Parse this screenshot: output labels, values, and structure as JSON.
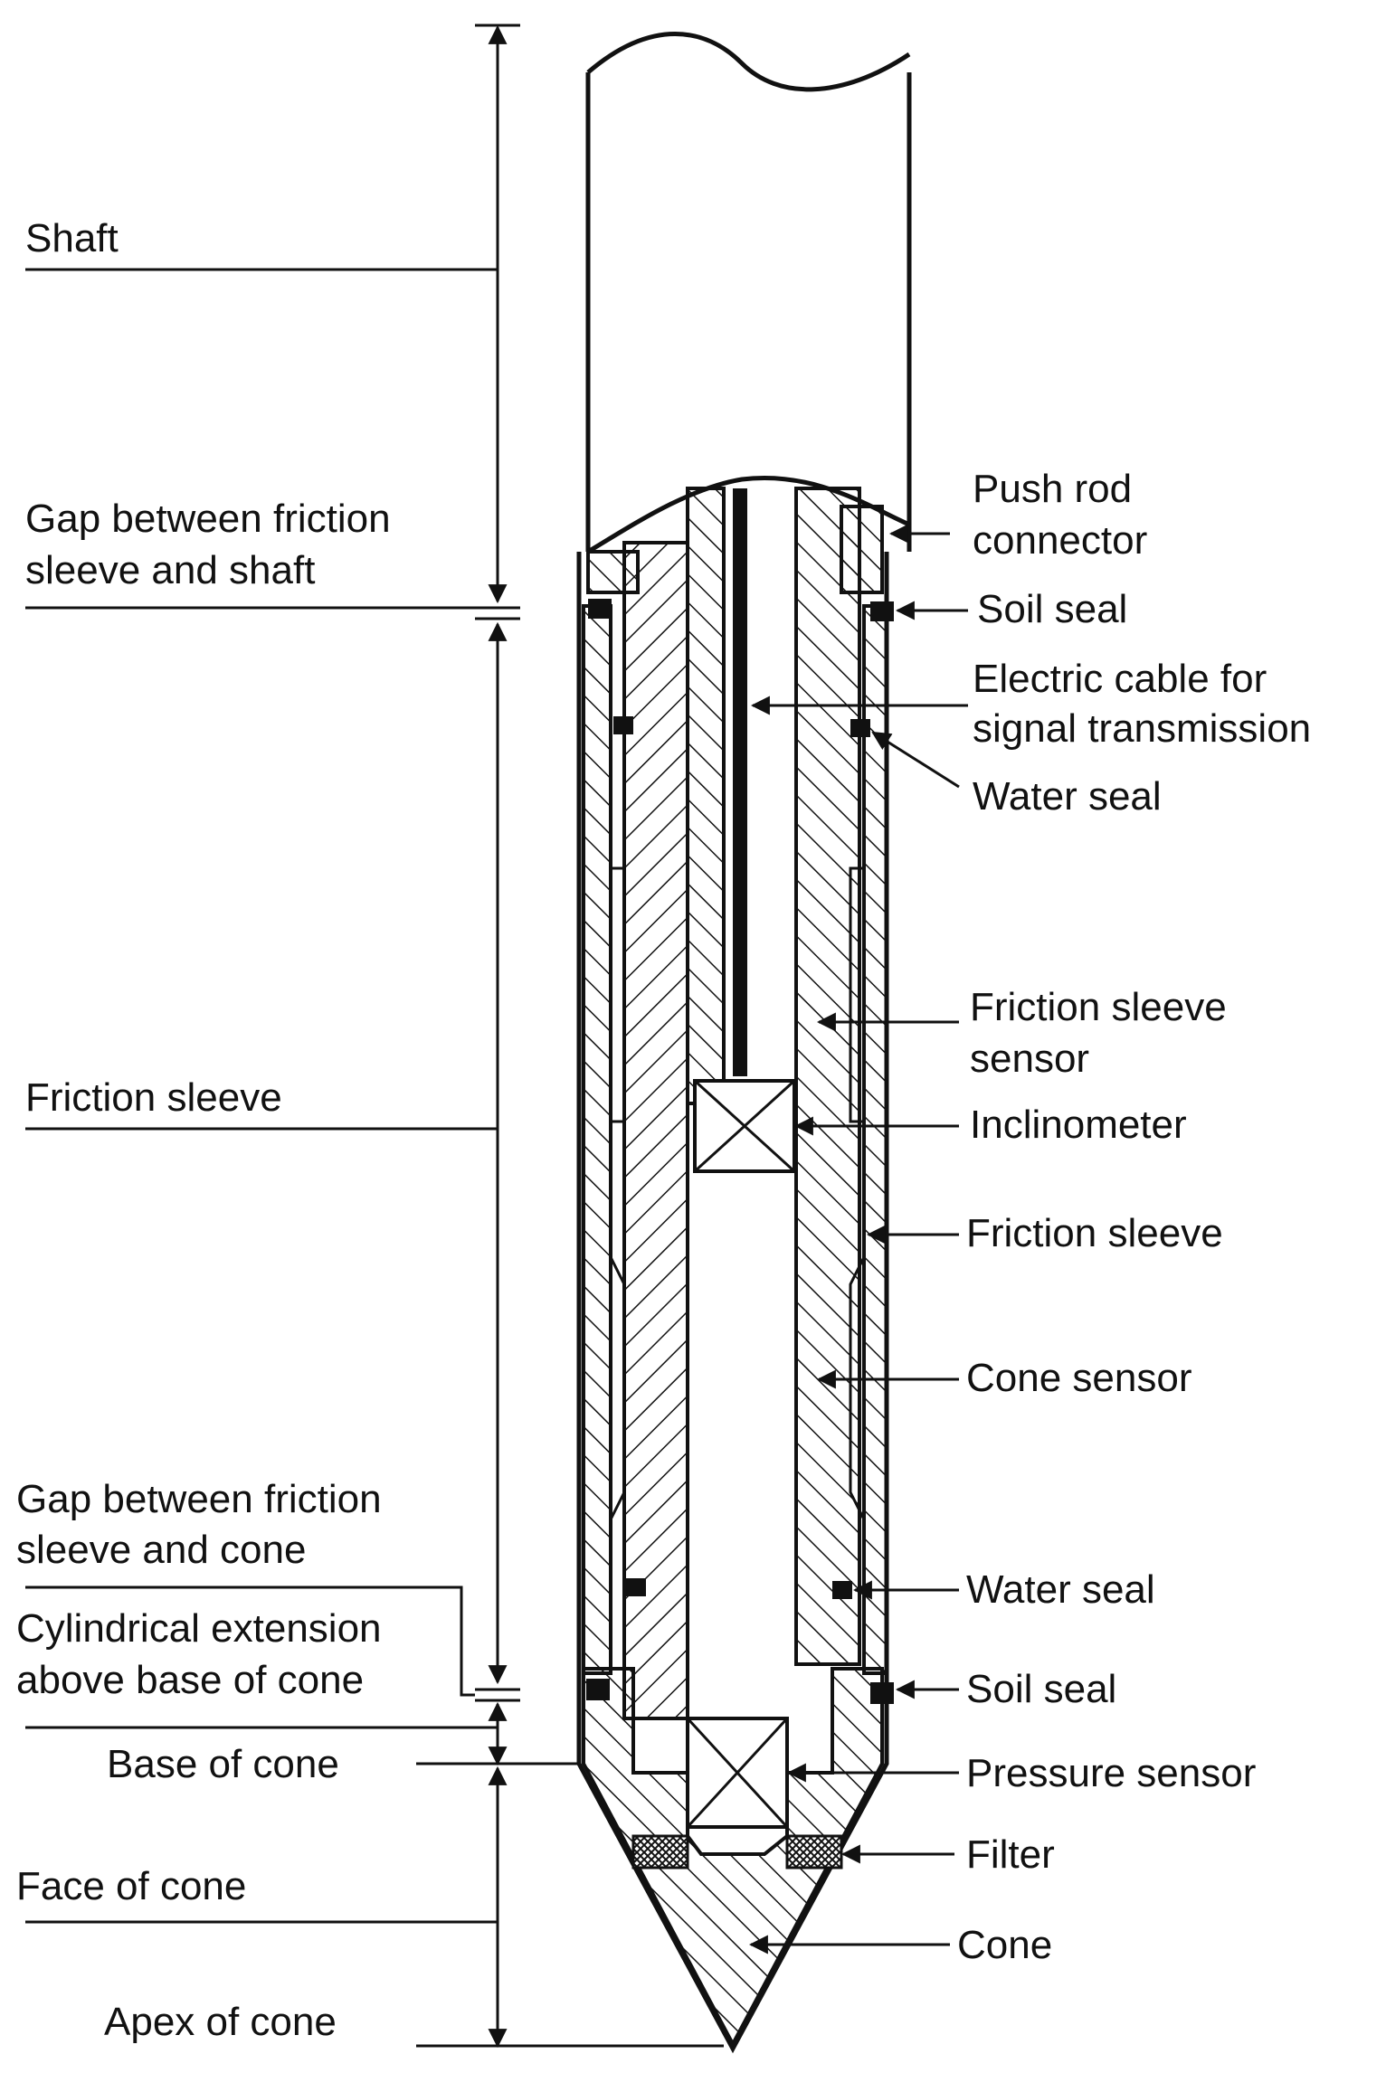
{
  "labels": {
    "left": {
      "shaft": "Shaft",
      "gap_shaft_1": "Gap between friction",
      "gap_shaft_2": "sleeve and shaft",
      "friction_sleeve": "Friction sleeve",
      "gap_cone_1": "Gap between friction",
      "gap_cone_2": "sleeve and cone",
      "cyl_ext_1": "Cylindrical extension",
      "cyl_ext_2": "above base of cone",
      "base_of_cone": "Base of cone",
      "face_of_cone": "Face of cone",
      "apex_of_cone": "Apex of cone"
    },
    "right": {
      "push_rod_1": "Push rod",
      "push_rod_2": "connector",
      "soil_seal_top": "Soil seal",
      "electric_cable_1": "Electric cable for",
      "electric_cable_2": "signal transmission",
      "water_seal_top": "Water seal",
      "friction_sleeve_sensor_1": "Friction sleeve",
      "friction_sleeve_sensor_2": "sensor",
      "inclinometer": "Inclinometer",
      "friction_sleeve": "Friction sleeve",
      "cone_sensor": "Cone sensor",
      "water_seal_bottom": "Water seal",
      "soil_seal_bottom": "Soil seal",
      "pressure_sensor": "Pressure sensor",
      "filter": "Filter",
      "cone": "Cone"
    }
  }
}
